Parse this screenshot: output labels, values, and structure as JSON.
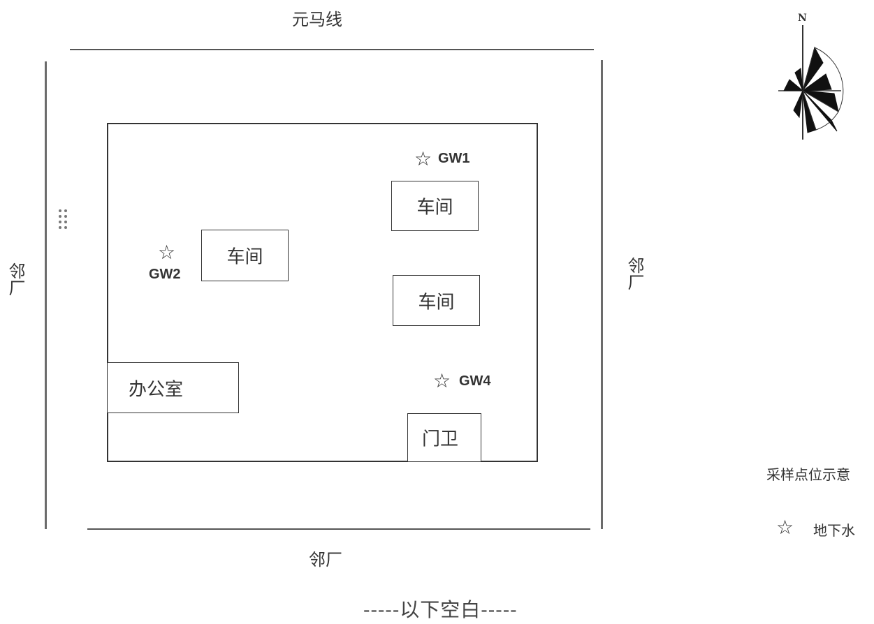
{
  "map": {
    "roads": {
      "north": "元马线",
      "south": "邻厂"
    },
    "neighbors": {
      "west": "邻厂",
      "east": "邻厂"
    },
    "buildings": {
      "workshop_upper_right": "车间",
      "workshop_middle_right": "车间",
      "workshop_left": "车间",
      "office": "办公室",
      "gatehouse": "门卫"
    },
    "wells": {
      "gw1": "GW1",
      "gw2": "GW2",
      "gw4": "GW4"
    },
    "compass": {
      "north": "N"
    },
    "star_glyph": "☆"
  },
  "legend": {
    "title": "采样点位示意",
    "groundwater": "地下水"
  },
  "footer": "-----以下空白-----"
}
